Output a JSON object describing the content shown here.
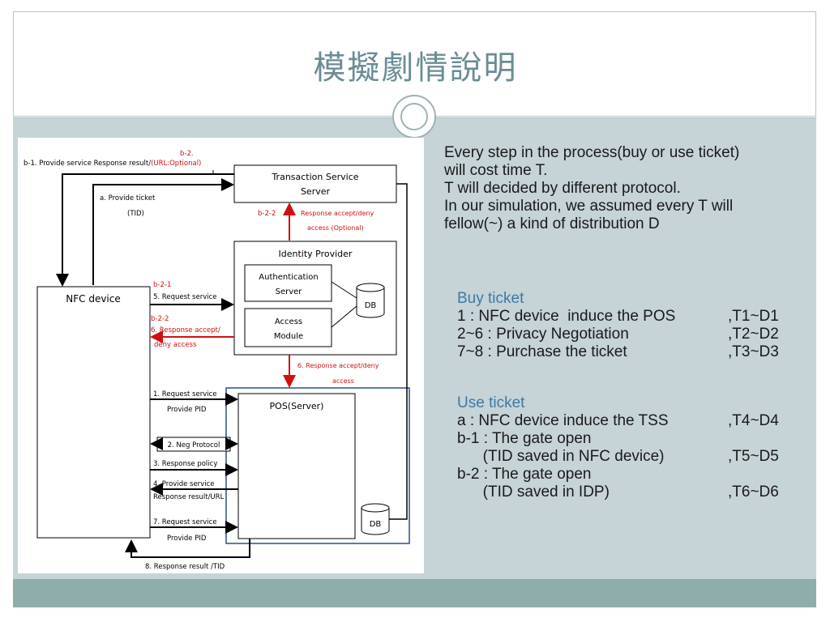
{
  "slide": {
    "title": "模擬劇情說明"
  },
  "intro": {
    "lines": [
      "Every step in the process(buy or use ticket)",
      "will cost time T.",
      "T will decided by different protocol.",
      "In our simulation, we assumed every T will",
      "fellow(~) a kind of distribution D"
    ]
  },
  "buy": {
    "heading": "Buy ticket",
    "rows": [
      {
        "label": "1 : NFC device  induce the POS",
        "value": ",T1~D1"
      },
      {
        "label": "2~6 : Privacy Negotiation",
        "value": ",T2~D2"
      },
      {
        "label": "7~8 : Purchase the ticket",
        "value": ",T3~D3"
      }
    ]
  },
  "use": {
    "heading": "Use ticket",
    "rows": [
      {
        "label": "a : NFC device induce the TSS",
        "value": ",T4~D4"
      },
      {
        "label": "b-1 : The gate open",
        "value": ""
      },
      {
        "label": "      (TID saved in NFC device)",
        "value": ",T5~D5"
      },
      {
        "label": "b-2 : The gate open",
        "value": ""
      },
      {
        "label": "      (TID saved in IDP)",
        "value": ",T6~D6"
      }
    ]
  },
  "diagram": {
    "tss_line1": "Transaction Service",
    "tss_line2": "Server",
    "idp": "Identity Provider",
    "auth_line1": "Authentication",
    "auth_line2": "Server",
    "access_line1": "Access",
    "access_line2": "Module",
    "db": "DB",
    "nfc": "NFC device",
    "pos": "POS(Server)",
    "b2_label": "b-2.",
    "b1_label": "b-1. Provide service Response result/",
    "b1_url": "(URL:Optional)",
    "a_line1": "a. Provide ticket",
    "a_line2": "(TID)",
    "b22_top": "b-2-2",
    "resp_top1": "Response accept/deny",
    "resp_top2": "access (Optional)",
    "b21": "b-2-1",
    "req5": "5. Request service",
    "b22_left": "b-2-2",
    "resp6_left1": "6. Response accept/",
    "resp6_left2": "deny access",
    "resp6_right1": "6. Response accept/deny",
    "resp6_right2": "access",
    "req1_line1": "1.  Request service",
    "req1_line2": "Provide PID",
    "neg": "2. Neg Protocol",
    "resp_policy": "3. Response policy",
    "prov4_line1": "4. Provide service",
    "prov4_line2": "Response result/URL",
    "req7_line1": "7. Request service",
    "req7_line2": "Provide PID",
    "resp8": "8. Response result /TID"
  }
}
